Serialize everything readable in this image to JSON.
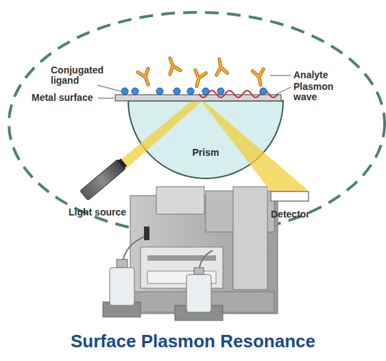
{
  "diagram": {
    "title": "Surface Plasmon Resonance",
    "nodes": [
      {
        "text": [
          "Prism"
        ]
      }
    ],
    "labels": [
      "Conjugated ligand",
      "Metal surface",
      "Analyte",
      "Plasmon wave",
      "Light source",
      "Detector"
    ]
  }
}
